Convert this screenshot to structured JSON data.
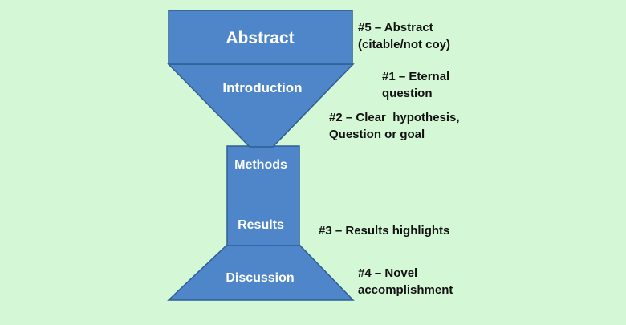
{
  "colors": {
    "background": "#d4f7d6",
    "shape_fill": "#4f86c9",
    "shape_stroke": "#2f5f94",
    "label_text": "#ffffff",
    "note_text": "#111111"
  },
  "sections": {
    "abstract": "Abstract",
    "introduction": "Introduction",
    "methods": "Methods",
    "results": "Results",
    "discussion": "Discussion"
  },
  "notes": {
    "n5": [
      "#5 – Abstract",
      "(citable/not coy)"
    ],
    "n1": [
      "#1 – Eternal",
      "question"
    ],
    "n2": [
      "#2 – Clear  hypothesis,",
      "Question or goal"
    ],
    "n3": [
      "#3 – Results highlights"
    ],
    "n4": [
      "#4 – Novel",
      "accomplishment"
    ]
  }
}
